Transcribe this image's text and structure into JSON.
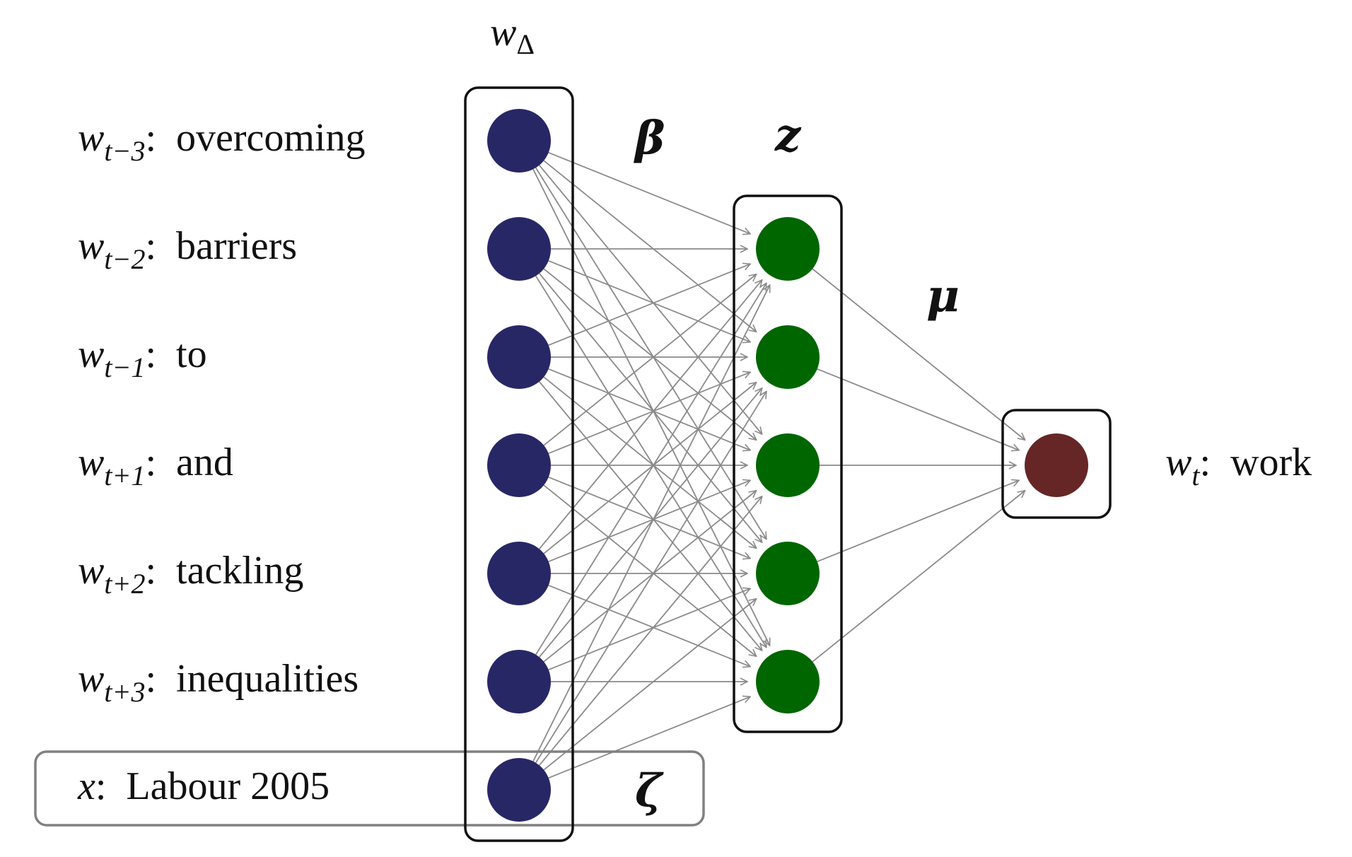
{
  "colors": {
    "input_node": "#282766",
    "hidden_node": "#006600",
    "output_node": "#662626",
    "edge": "#8a8a8a",
    "box": "#111111",
    "context_box": "#808080"
  },
  "group_labels": {
    "input_var": "w",
    "input_sub": "Δ",
    "beta": "β",
    "z": "z",
    "mu": "μ",
    "zeta": "ζ"
  },
  "inputs": [
    {
      "var": "w",
      "sub": "t−3",
      "word": "overcoming"
    },
    {
      "var": "w",
      "sub": "t−2",
      "word": "barriers"
    },
    {
      "var": "w",
      "sub": "t−1",
      "word": "to"
    },
    {
      "var": "w",
      "sub": "t+1",
      "word": "and"
    },
    {
      "var": "w",
      "sub": "t+2",
      "word": "tackling"
    },
    {
      "var": "w",
      "sub": "t+3",
      "word": "inequalities"
    }
  ],
  "context": {
    "var": "x",
    "word": "Labour 2005"
  },
  "output": {
    "var": "w",
    "sub": "t",
    "word": "work"
  },
  "hidden_count": 5
}
